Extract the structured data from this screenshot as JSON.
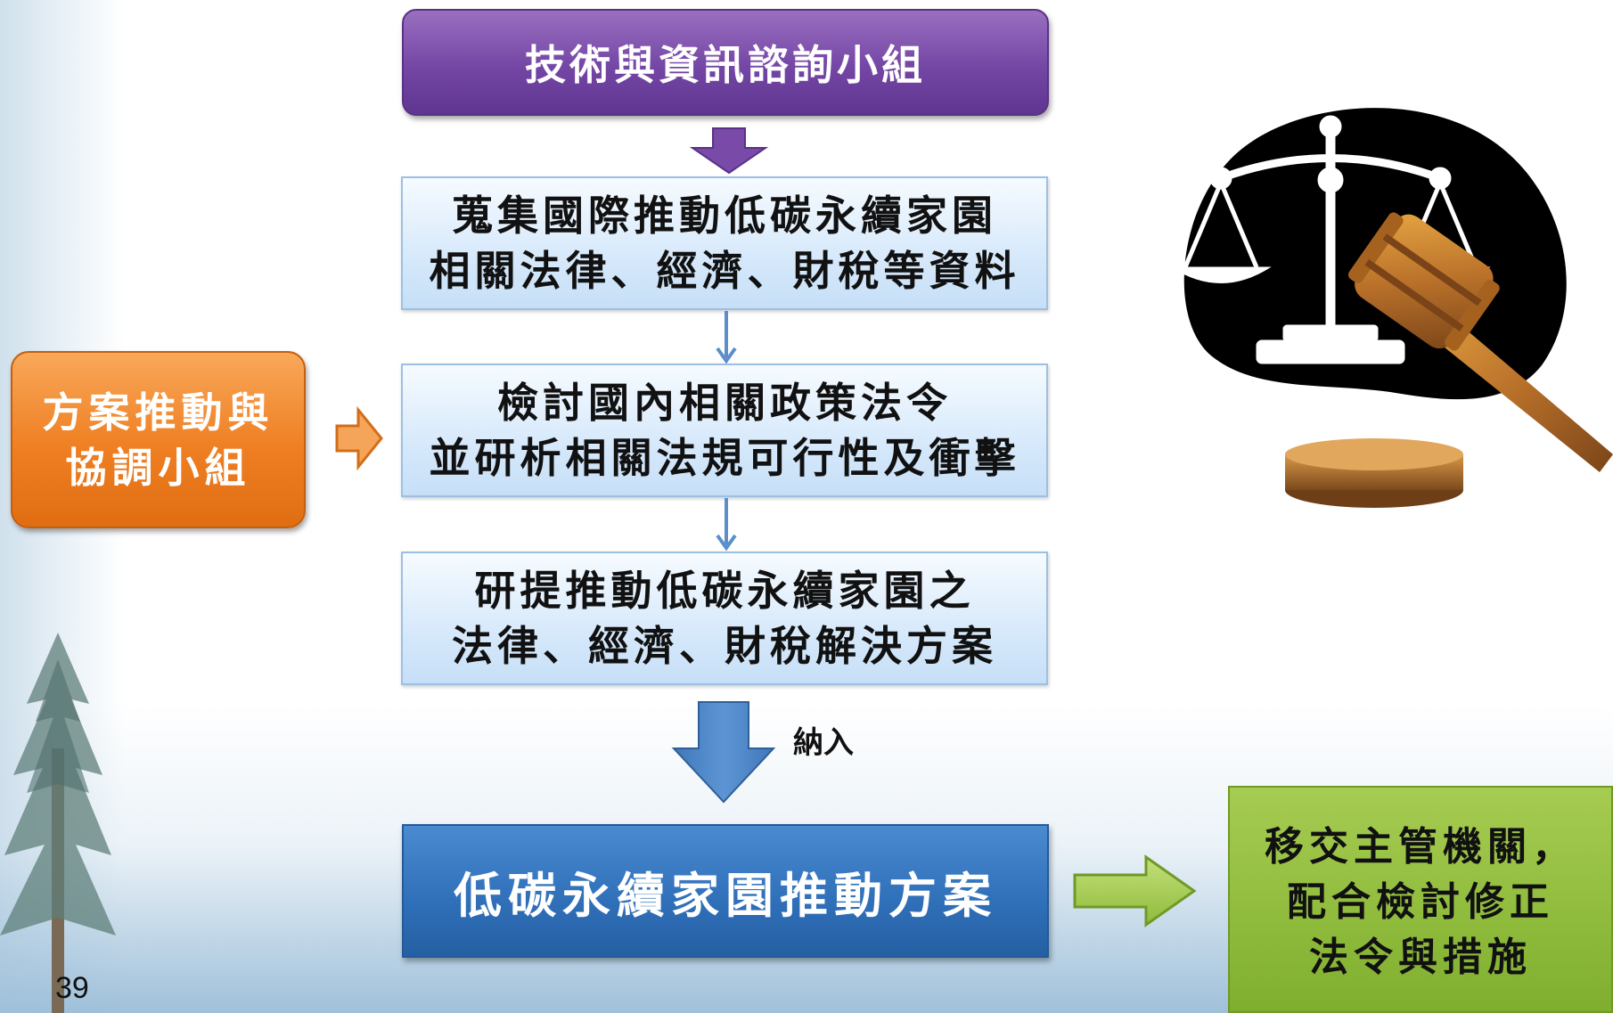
{
  "diagram": {
    "top_box": "技術與資訊諮詢小組",
    "step1": [
      "蒐集國際推動低碳永續家園",
      "相關法律、經濟、財稅等資料"
    ],
    "step2": [
      "檢討國內相關政策法令",
      "並研析相關法規可行性及衝擊"
    ],
    "step3": [
      "研提推動低碳永續家園之",
      "法律、經濟、財稅解決方案"
    ],
    "side_box": [
      "方案推動與",
      "協調小組"
    ],
    "arrow_label": "納入",
    "result_box": "低碳永續家園推動方案",
    "output_box": [
      "移交主管機關，",
      "配合檢討修正",
      "法令與措施"
    ]
  },
  "page_number": "39",
  "colors": {
    "purple": "#7446a5",
    "light_blue": "#d7e9fb",
    "orange": "#ef7f22",
    "blue": "#2f6fb8",
    "green": "#8fbb3c",
    "connector": "#5b8fc9"
  },
  "decoration": {
    "image_icon": "justice-scale-gavel-icon"
  }
}
